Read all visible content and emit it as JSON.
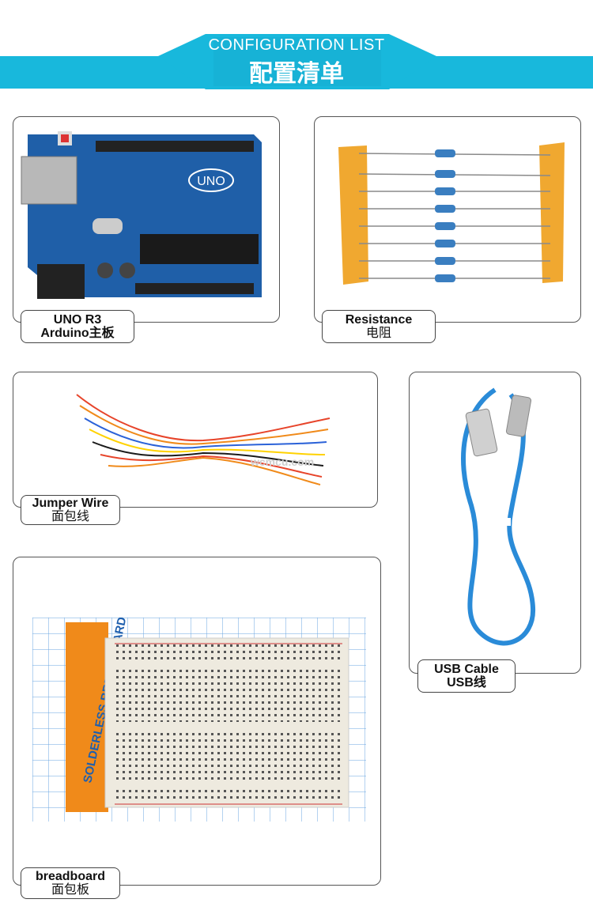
{
  "header": {
    "title_en": "CONFIGURATION LIST",
    "title_cn": "配置清单",
    "color": "#18b8dc"
  },
  "items": [
    {
      "id": "uno",
      "label_en": "UNO R3",
      "label_cn": "Arduino主板",
      "icon": "arduino-board-photo"
    },
    {
      "id": "resistance",
      "label_en": "Resistance",
      "label_cn": "电阻",
      "icon": "resistor-strip-photo"
    },
    {
      "id": "jumper",
      "label_en": "Jumper Wire",
      "label_cn": "面包线",
      "icon": "jumper-wire-photo"
    },
    {
      "id": "usb",
      "label_en": "USB Cable",
      "label_cn": "USB线",
      "icon": "usb-cable-photo"
    },
    {
      "id": "breadboard",
      "label_en": "breadboard",
      "label_cn": "面包板",
      "icon": "breadboard-photo"
    }
  ],
  "photo_text": {
    "board_logo": "UNO",
    "watermark": "wcmcu.com",
    "breadboard_pack": "SOLDERLESS BREADBOARD"
  }
}
